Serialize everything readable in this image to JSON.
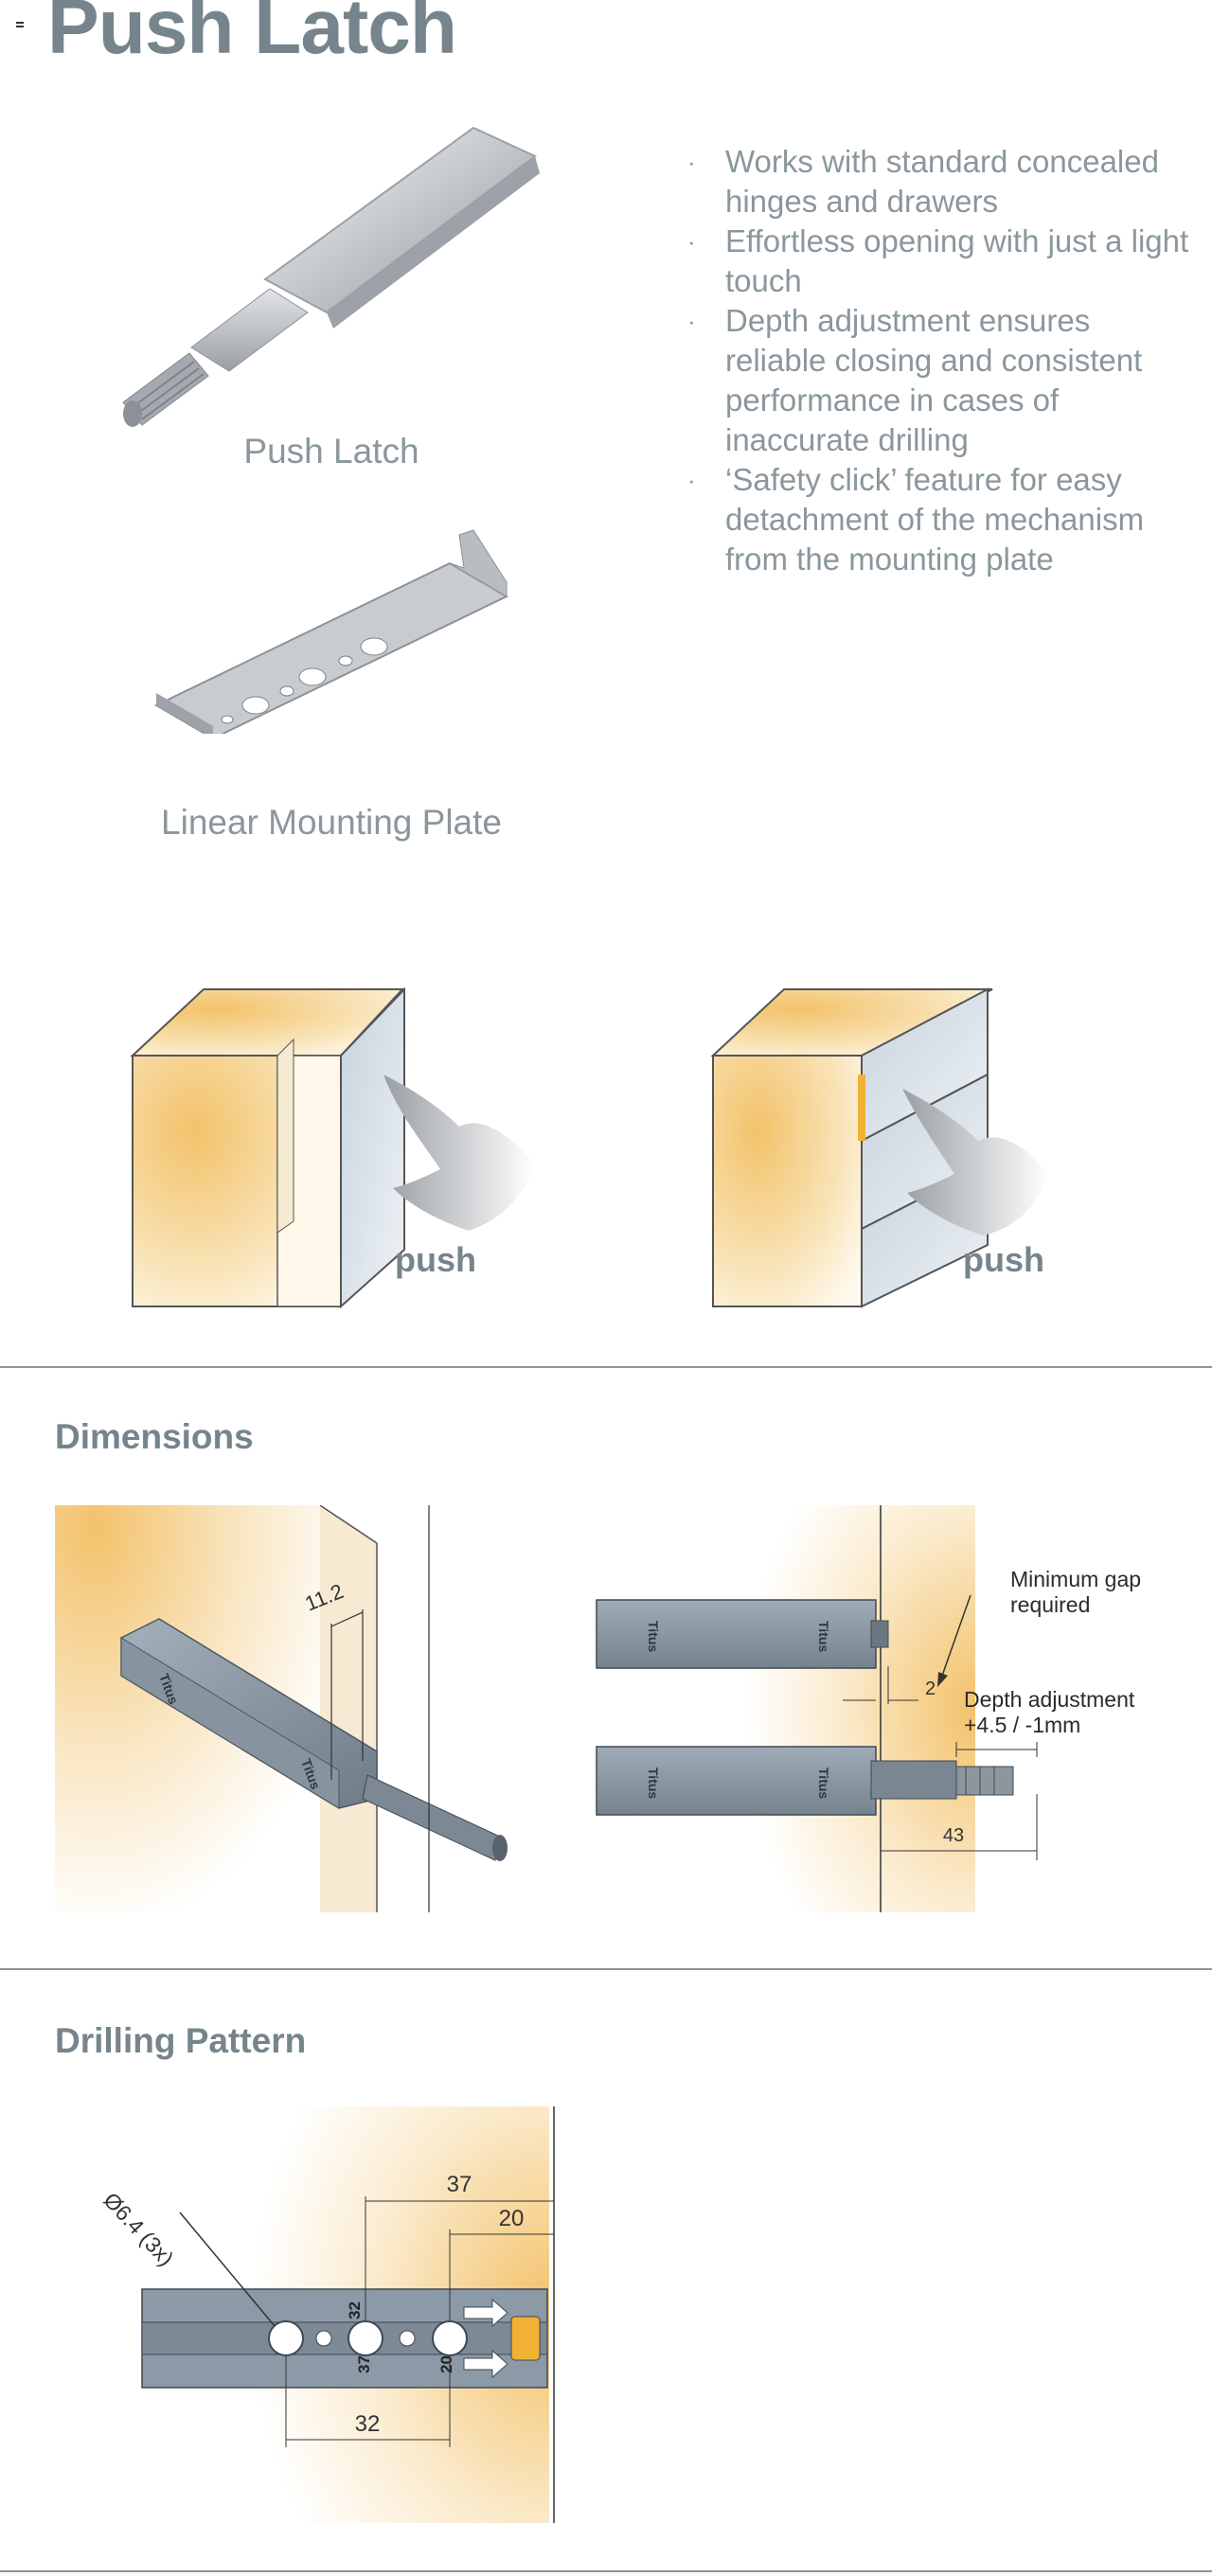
{
  "page": {
    "title": "Push Latch"
  },
  "products": [
    {
      "caption": "Push Latch"
    },
    {
      "caption": "Linear Mounting Plate"
    }
  ],
  "features": [
    "Works with standard concealed hinges and drawers",
    "Effortless opening with just a light touch",
    "Depth adjustment ensures reliable closing and consistent performance in cases of inaccurate drilling",
    "‘Safety click’ feature for easy detachment of the mechanism from the mounting plate"
  ],
  "push_illustrations": [
    {
      "label": "push"
    },
    {
      "label": "push"
    }
  ],
  "dimensions": {
    "heading": "Dimensions",
    "left_label": "11.2",
    "min_gap_label": "Minimum gap required",
    "gap_value": "2",
    "depth_label": "Depth adjustment",
    "depth_value": "+4.5 / -1mm",
    "length_value": "43",
    "brand_mark": "Titus"
  },
  "drilling": {
    "heading": "Drilling Pattern",
    "diameter_label": "Ø6.4 (3x)",
    "dim_37": "37",
    "dim_20": "20",
    "dim_32_bottom": "32",
    "plate_32": "32",
    "plate_37": "37",
    "plate_20": "20"
  },
  "colors": {
    "heading": "#76858c",
    "body_text": "#8a979d",
    "warm_wood": "#f3c978",
    "metal_grey": "#8c99a6"
  }
}
